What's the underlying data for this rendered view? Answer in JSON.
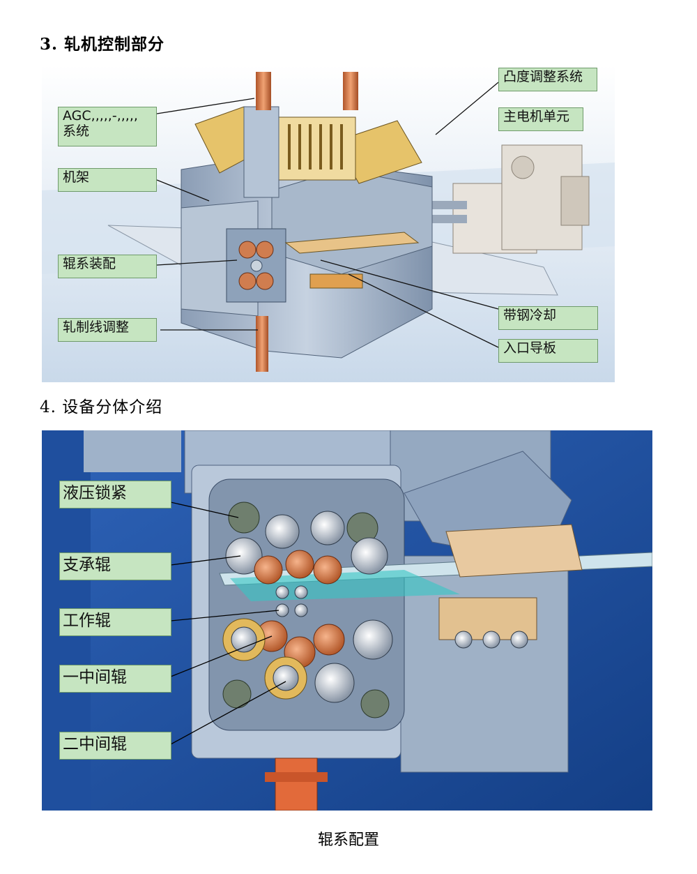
{
  "section3": {
    "heading": "3. 轧机控制部分",
    "labels": {
      "agc": "AGC,,,,,-,,,,,\n系统",
      "frame": "机架",
      "roll_assembly": "辊系装配",
      "pass_line": "轧制线调整",
      "crown": "凸度调整系统",
      "motor": "主电机单元",
      "cooling": "带钢冷却",
      "guide": "入口导板"
    }
  },
  "section4": {
    "heading": "4. 设备分体介绍",
    "labels": {
      "hydraulic_lock": "液压锁紧",
      "backup_roll": "支承辊",
      "work_roll": "工作辊",
      "first_intermediate": "一中间辊",
      "second_intermediate": "二中间辊"
    },
    "caption": "辊系配置"
  },
  "colors": {
    "label_bg": "#c6e5c1",
    "sky_blue": "#1b4f9c",
    "frame_gray": "#a9b9cc",
    "copper": "#d97b4a",
    "brass": "#d9b75c"
  }
}
